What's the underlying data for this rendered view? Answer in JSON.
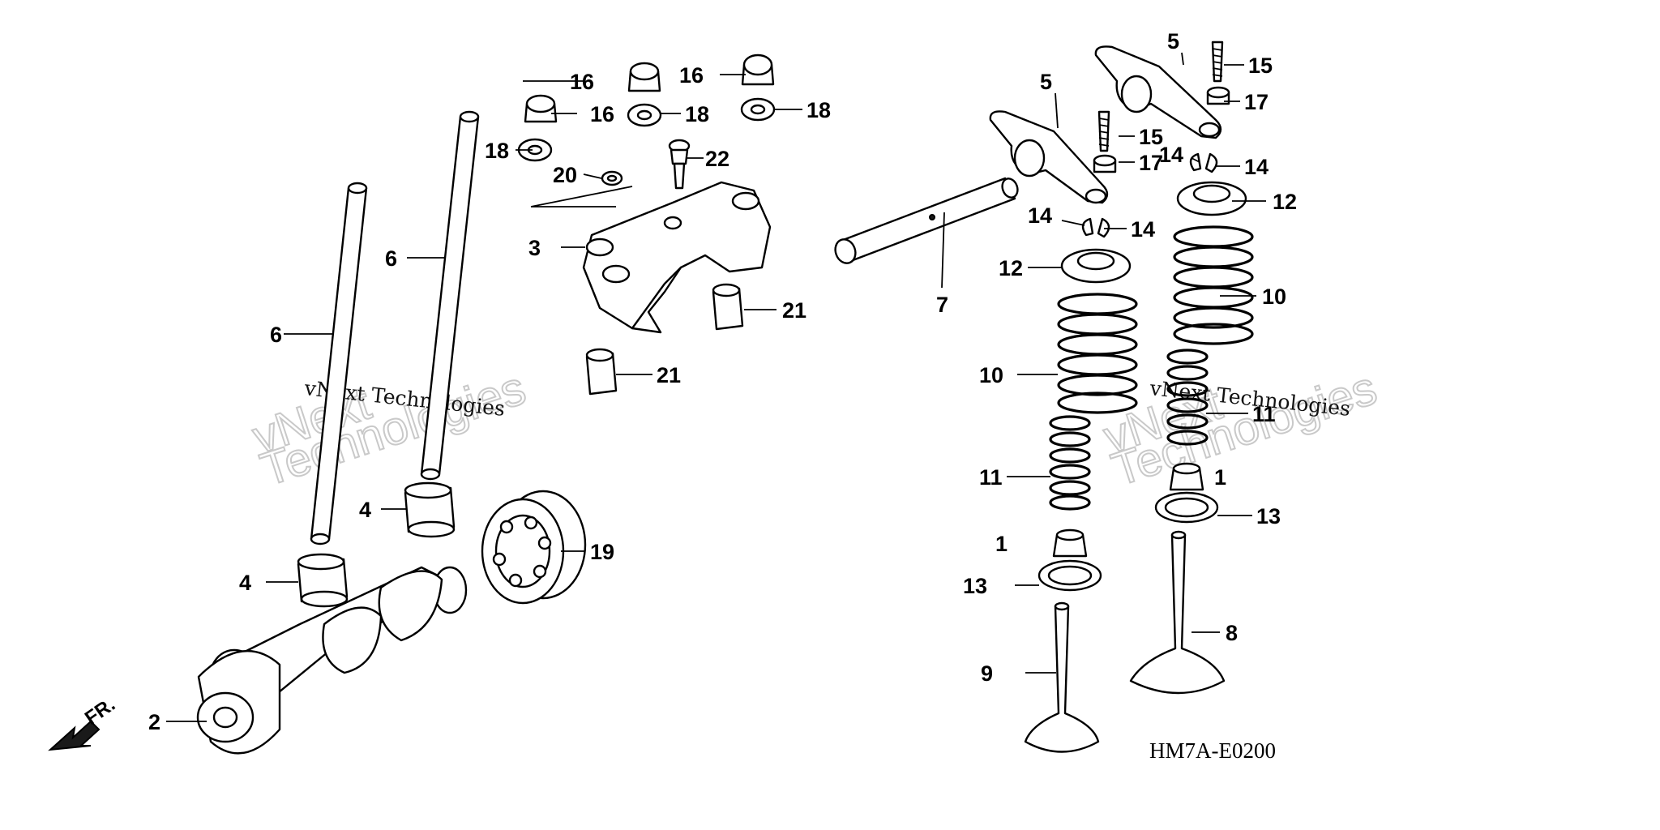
{
  "diagram": {
    "code": "HM7A-E0200",
    "front_label": "FR.",
    "watermark": {
      "small": "vNext Technologies",
      "big_line1": "vNext",
      "big_line2": "Technologies"
    },
    "callouts": [
      "1",
      "1",
      "2",
      "3",
      "4",
      "4",
      "5",
      "5",
      "6",
      "6",
      "7",
      "8",
      "9",
      "10",
      "10",
      "11",
      "11",
      "12",
      "12",
      "13",
      "13",
      "14",
      "14",
      "14",
      "14",
      "15",
      "15",
      "16",
      "16",
      "16",
      "17",
      "17",
      "18",
      "18",
      "18",
      "19",
      "20",
      "21",
      "21",
      "22"
    ]
  }
}
